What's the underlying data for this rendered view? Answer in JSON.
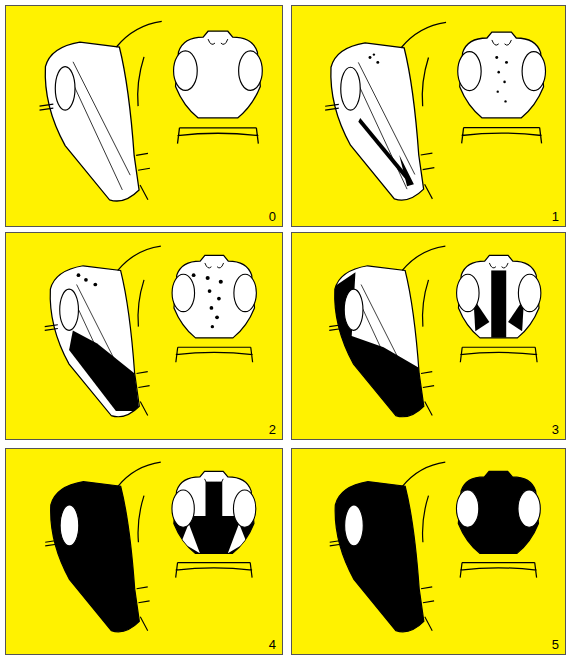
{
  "diagram": {
    "nodes": [
      {
        "text": [
          "0"
        ]
      },
      {
        "text": [
          "1"
        ]
      },
      {
        "text": [
          "2"
        ]
      },
      {
        "text": [
          "3"
        ]
      },
      {
        "text": [
          "4"
        ]
      },
      {
        "text": [
          "5"
        ]
      }
    ]
  }
}
